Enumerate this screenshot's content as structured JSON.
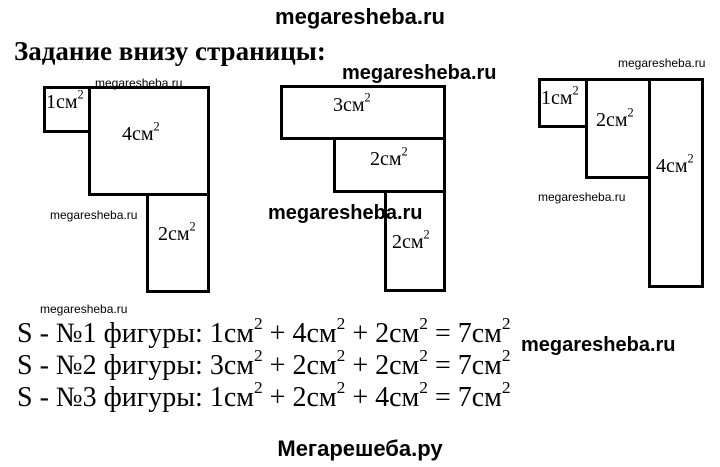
{
  "header": {
    "site": "megaresheba.ru"
  },
  "task": {
    "heading": "Задание внизу страницы:"
  },
  "watermarks": {
    "small": "megaresheba.ru",
    "bold": "megaresheba.ru"
  },
  "figures": [
    {
      "pieces": [
        {
          "value": "1см",
          "exp": "2"
        },
        {
          "value": "4см",
          "exp": "2"
        },
        {
          "value": "2см",
          "exp": "2"
        }
      ]
    },
    {
      "pieces": [
        {
          "value": "3см",
          "exp": "2"
        },
        {
          "value": "2см",
          "exp": "2"
        },
        {
          "value": "2см",
          "exp": "2"
        }
      ]
    },
    {
      "pieces": [
        {
          "value": "1см",
          "exp": "2"
        },
        {
          "value": "2см",
          "exp": "2"
        },
        {
          "value": "4см",
          "exp": "2"
        }
      ]
    }
  ],
  "equations": [
    {
      "prefix": "S - №1 фигуры: ",
      "terms": [
        "1см",
        "4см",
        "2см"
      ],
      "exp": "2",
      "plus": " + ",
      "equals": " = ",
      "result": "7см"
    },
    {
      "prefix": "S - №2 фигуры: ",
      "terms": [
        "3см",
        "2см",
        "2см"
      ],
      "exp": "2",
      "plus": " + ",
      "equals": " = ",
      "result": "7см"
    },
    {
      "prefix": "S - №3 фигуры: ",
      "terms": [
        "1см",
        "2см",
        "4см"
      ],
      "exp": "2",
      "plus": " + ",
      "equals": " = ",
      "result": "7см"
    }
  ],
  "footer": {
    "site": "Мегарешеба.ру"
  }
}
